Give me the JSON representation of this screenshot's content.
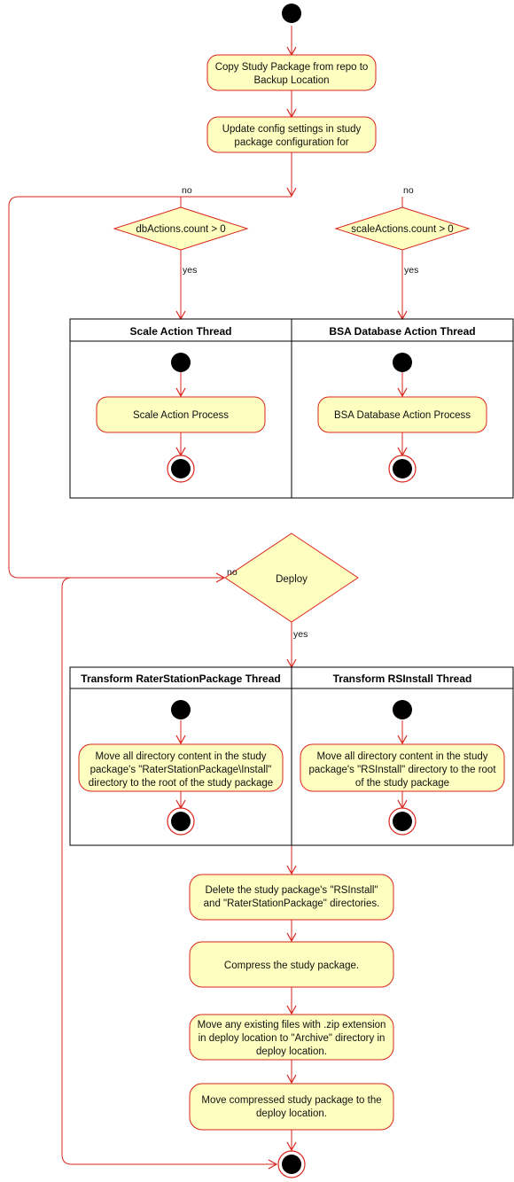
{
  "actions": {
    "copy_package": [
      "Copy Study Package from repo to",
      "Backup Location"
    ],
    "update_config": [
      "Update config settings in study",
      "package configuration for"
    ],
    "scale_process": [
      "Scale Action Process"
    ],
    "bsa_process": [
      "BSA Database Action Process"
    ],
    "move_rsp": [
      "Move all directory content in the study",
      "package's \"RaterStationPackage\\Install\"",
      "directory to the root of the study package"
    ],
    "move_rsinstall": [
      "Move all directory content in the study",
      "package's \"RSInstall\" directory to the root",
      "of the study package"
    ],
    "delete_dirs": [
      "Delete the study package's \"RSInstall\"",
      "and \"RaterStationPackage\" directories."
    ],
    "compress": [
      "Compress the study package."
    ],
    "archive_zip": [
      "Move any existing files with .zip extension",
      "in deploy location to \"Archive\" directory in",
      "deploy location."
    ],
    "move_compressed": [
      "Move compressed study package to the",
      "deploy location."
    ]
  },
  "decisions": {
    "db_actions": "dbActions.count > 0",
    "scale_actions": "scaleActions.count > 0",
    "deploy": "Deploy"
  },
  "swimlanes": {
    "scale_thread": "Scale Action Thread",
    "bsa_thread": "BSA Database Action Thread",
    "transform_rsp_thread": "Transform RaterStationPackage Thread",
    "transform_rsinstall_thread": "Transform RSInstall Thread"
  },
  "edge_labels": {
    "no_left": "no",
    "no_right": "no",
    "yes_db": "yes",
    "yes_scale": "yes",
    "no_deploy": "no",
    "yes_deploy": "yes"
  },
  "colors": {
    "line": "#d9251d",
    "fill": "#fefec0",
    "node": "#000000"
  }
}
